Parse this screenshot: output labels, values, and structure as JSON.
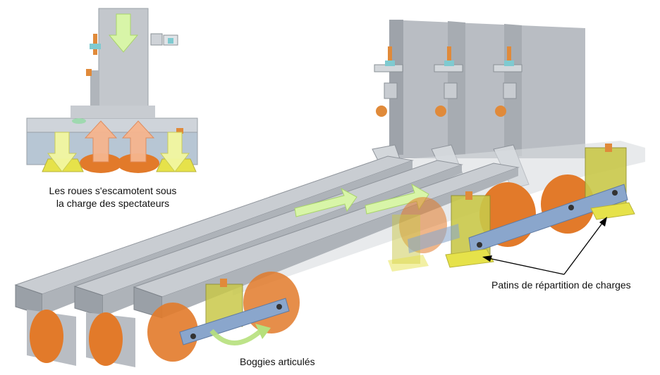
{
  "labels": {
    "wheels_line1": "Les roues s'escamotent sous",
    "wheels_line2": "la charge des spectateurs",
    "pads": "Patins de répartition de charges",
    "bogies": "Boggies articulés"
  },
  "colors": {
    "rail": "#b5b9bf",
    "rail_dark": "#8f949b",
    "wheel": "#e27a2a",
    "bogie": "#c9c84a",
    "pad": "#e6e24a",
    "plate": "#8aa6cc",
    "arrow_green": "#d8f5a8",
    "arrow_orange": "#f6b58e"
  }
}
